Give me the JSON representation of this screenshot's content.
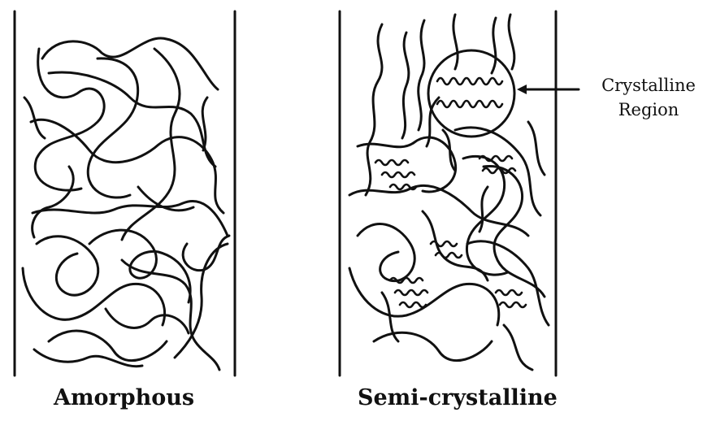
{
  "panels": {
    "amorphous": {
      "caption": "Amorphous"
    },
    "semi_crystalline": {
      "caption": "Semi-crystalline"
    }
  },
  "annotation": {
    "line1": "Crystalline",
    "line2": "Region"
  },
  "colors": {
    "ink": "#111111",
    "background": "#ffffff"
  }
}
